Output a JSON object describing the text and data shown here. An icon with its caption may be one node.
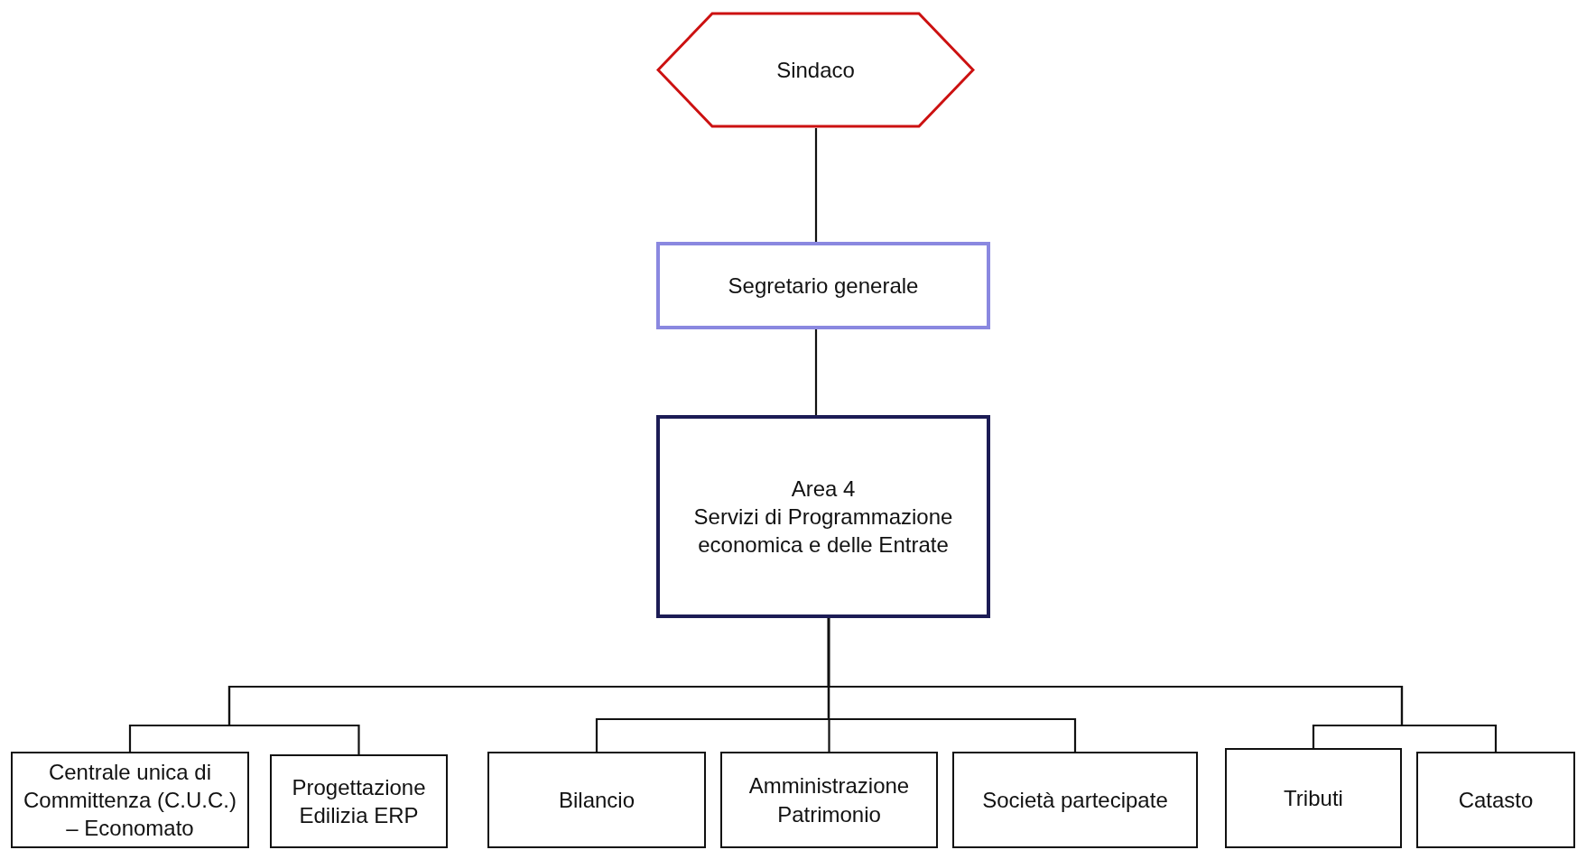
{
  "diagram": {
    "nodes": [
      {
        "text": [
          "Sindaco"
        ]
      },
      {
        "text": [
          "Segretario generale"
        ]
      },
      {
        "text": [
          "Area 4",
          "Servizi di Programmazione economica e delle Entrate"
        ]
      },
      {
        "text": [
          "Centrale unica di Committenza (C.U.C.) – Economato"
        ]
      },
      {
        "text": [
          "Progettazione Edilizia ERP"
        ]
      },
      {
        "text": [
          "Bilancio"
        ]
      },
      {
        "text": [
          "Amministrazione Patrimonio"
        ]
      },
      {
        "text": [
          "Società partecipate"
        ]
      },
      {
        "text": [
          "Tributi"
        ]
      },
      {
        "text": [
          "Catasto"
        ]
      }
    ],
    "edges": [
      {
        "from": 0,
        "to": 1,
        "arrow": "none"
      },
      {
        "from": 1,
        "to": 2,
        "arrow": "none"
      },
      {
        "from": 2,
        "to": 3,
        "arrow": "none"
      },
      {
        "from": 2,
        "to": 4,
        "arrow": "none"
      },
      {
        "from": 2,
        "to": 5,
        "arrow": "none"
      },
      {
        "from": 2,
        "to": 6,
        "arrow": "none"
      },
      {
        "from": 2,
        "to": 7,
        "arrow": "none"
      },
      {
        "from": 2,
        "to": 8,
        "arrow": "none"
      },
      {
        "from": 2,
        "to": 9,
        "arrow": "none"
      }
    ]
  }
}
